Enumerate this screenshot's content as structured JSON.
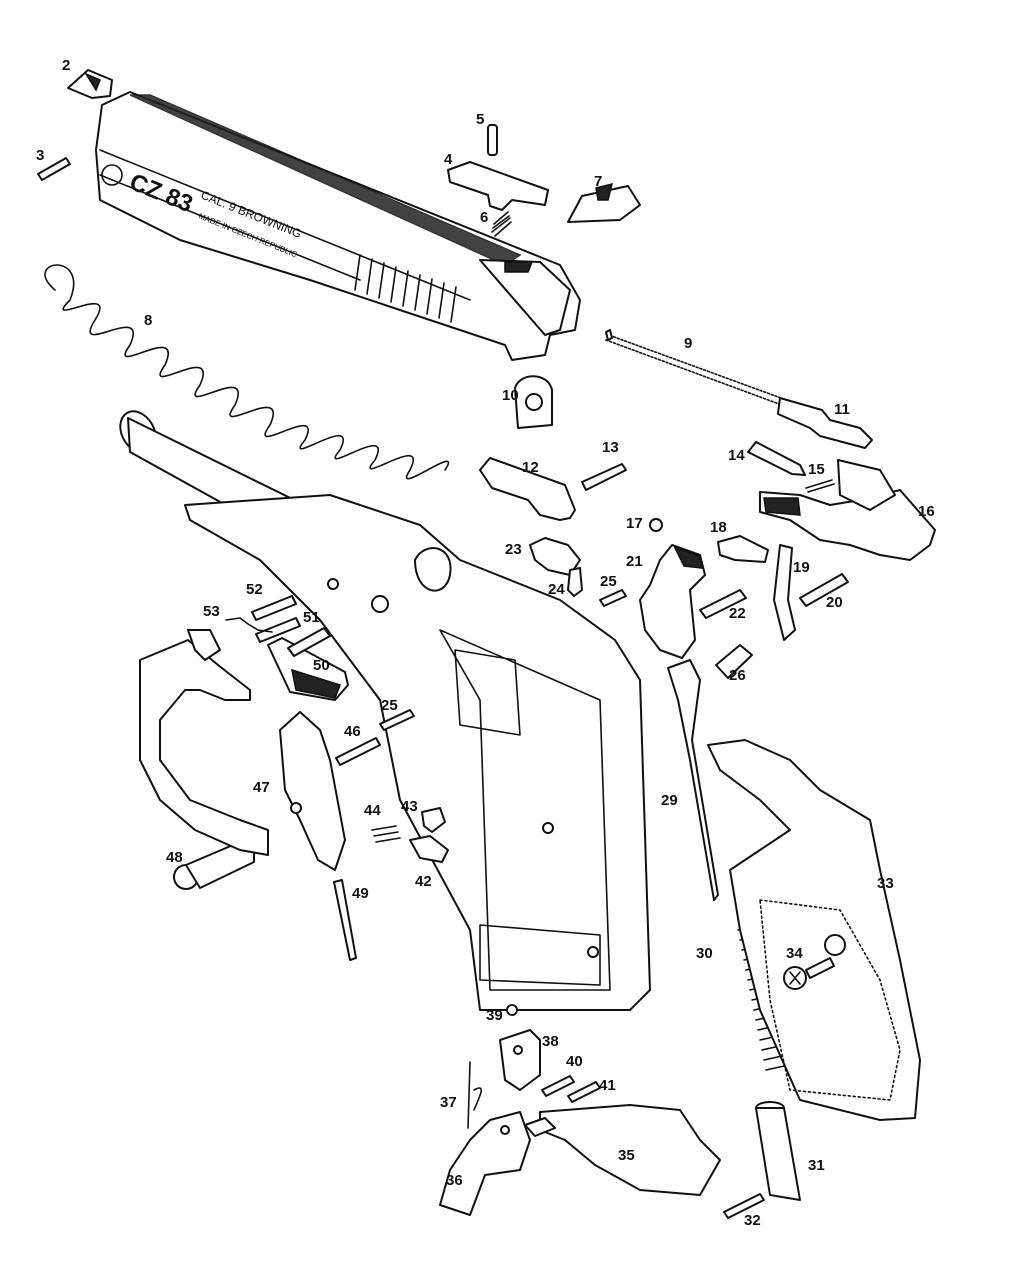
{
  "slide_marking": {
    "model": "CZ 83",
    "caliber": "CAL. 9 BROWNING",
    "origin": "MADE IN CZECH REPUBLIC"
  },
  "labels": [
    "2",
    "3",
    "4",
    "5",
    "6",
    "7",
    "8",
    "9",
    "10",
    "11",
    "12",
    "13",
    "14",
    "15",
    "16",
    "17",
    "18",
    "19",
    "20",
    "21",
    "22",
    "23",
    "24",
    "25",
    "25",
    "26",
    "29",
    "30",
    "31",
    "32",
    "33",
    "34",
    "35",
    "36",
    "37",
    "38",
    "39",
    "40",
    "41",
    "42",
    "43",
    "44",
    "46",
    "47",
    "48",
    "49",
    "50",
    "51",
    "52",
    "53"
  ]
}
